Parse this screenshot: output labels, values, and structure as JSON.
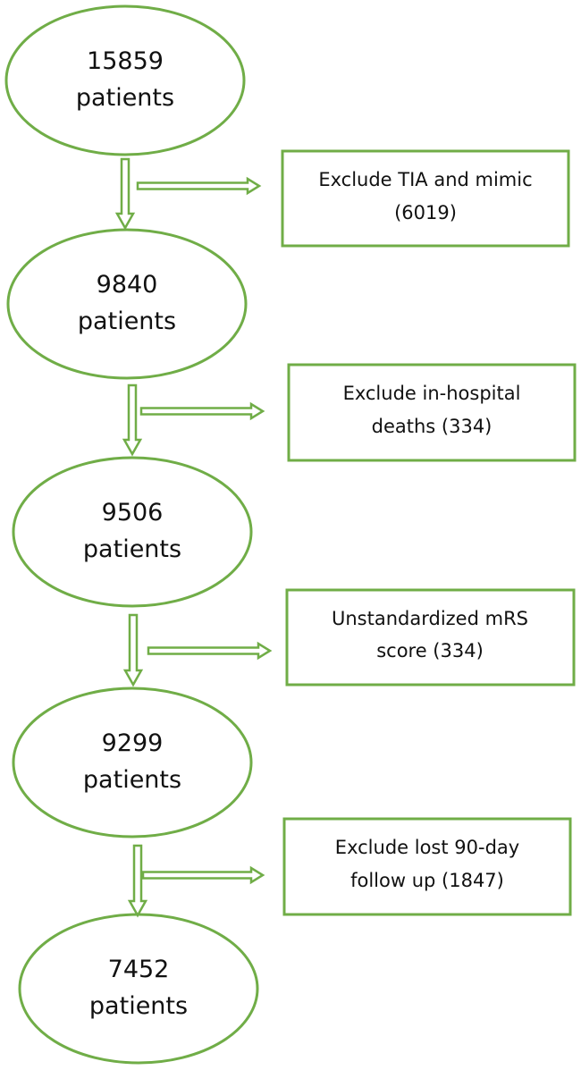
{
  "colors": {
    "stroke": "#70ad47",
    "text": "#111111",
    "background": "#ffffff"
  },
  "nodes": [
    {
      "count": "15859",
      "label": "patients"
    },
    {
      "count": "9840",
      "label": "patients"
    },
    {
      "count": "9506",
      "label": "patients"
    },
    {
      "count": "9299",
      "label": "patients"
    },
    {
      "count": "7452",
      "label": "patients"
    }
  ],
  "exclusions": [
    {
      "line1": "Exclude TIA and mimic",
      "line2": "(6019)"
    },
    {
      "line1": "Exclude in-hospital",
      "line2": "deaths (334)"
    },
    {
      "line1": "Unstandardized mRS",
      "line2": "score (334)"
    },
    {
      "line1": "Exclude lost 90-day",
      "line2": "follow up (1847)"
    }
  ]
}
